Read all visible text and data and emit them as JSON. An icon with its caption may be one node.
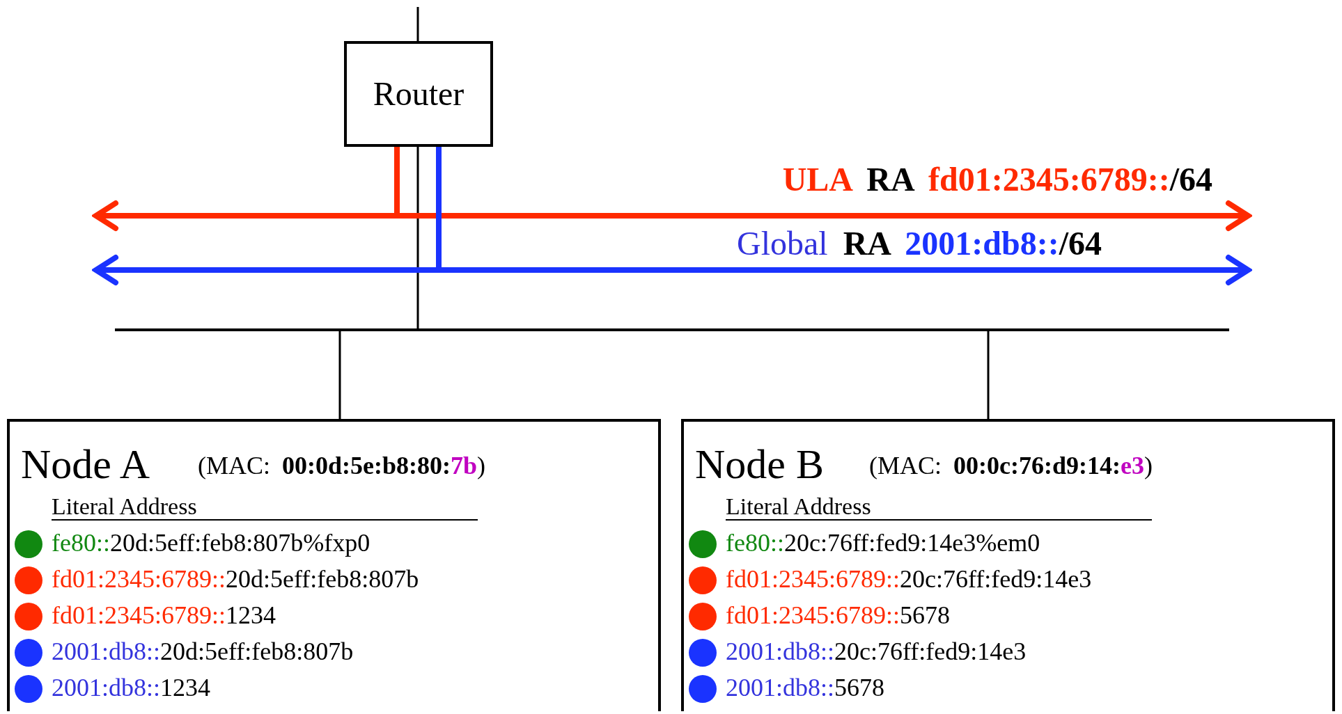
{
  "diagram": {
    "nodes": [
      {
        "text": [
          "Router"
        ]
      },
      {
        "text": [],
        "shape": "bar"
      },
      {
        "text": [
          "Node A",
          "(MAC: 00:0d:5e:b8:80:7b)",
          "Literal Address",
          "fe80::20d:5eff:feb8:807b%fxp0",
          "fd01:2345:6789::20d:5eff:feb8:807b",
          "fd01:2345:6789::1234",
          "2001:db8::20d:5eff:feb8:807b",
          "2001:db8::1234"
        ]
      },
      {
        "text": [
          "Node B",
          "(MAC: 00:0c:76:d9:14:e3)",
          "Literal Address",
          "fe80::20c:76ff:fed9:14e3%em0",
          "fd01:2345:6789::20c:76ff:fed9:14e3",
          "fd01:2345:6789::5678",
          "2001:db8::20c:76ff:fed9:14e3",
          "2001:db8::5678"
        ]
      }
    ],
    "edges": [
      {
        "from": null,
        "to": 0,
        "arrow": "none"
      },
      {
        "from": 0,
        "to": 1,
        "arrow": "none"
      },
      {
        "from": 0,
        "to": null,
        "arrow": "to",
        "style": "thick",
        "color": "#ff2a00"
      },
      {
        "from": 0,
        "to": null,
        "arrow": "to",
        "style": "thick",
        "color": "#ff2a00",
        "label": "ULA RA fd01:2345:6789::/64"
      },
      {
        "from": 0,
        "to": null,
        "arrow": "to",
        "style": "thick",
        "color": "#1a33ff"
      },
      {
        "from": 0,
        "to": null,
        "arrow": "to",
        "style": "thick",
        "color": "#1a33ff",
        "label": "Global RA 2001:db8::/64"
      },
      {
        "from": 1,
        "to": 2,
        "arrow": "none"
      },
      {
        "from": 1,
        "to": 3,
        "arrow": "none"
      }
    ]
  }
}
